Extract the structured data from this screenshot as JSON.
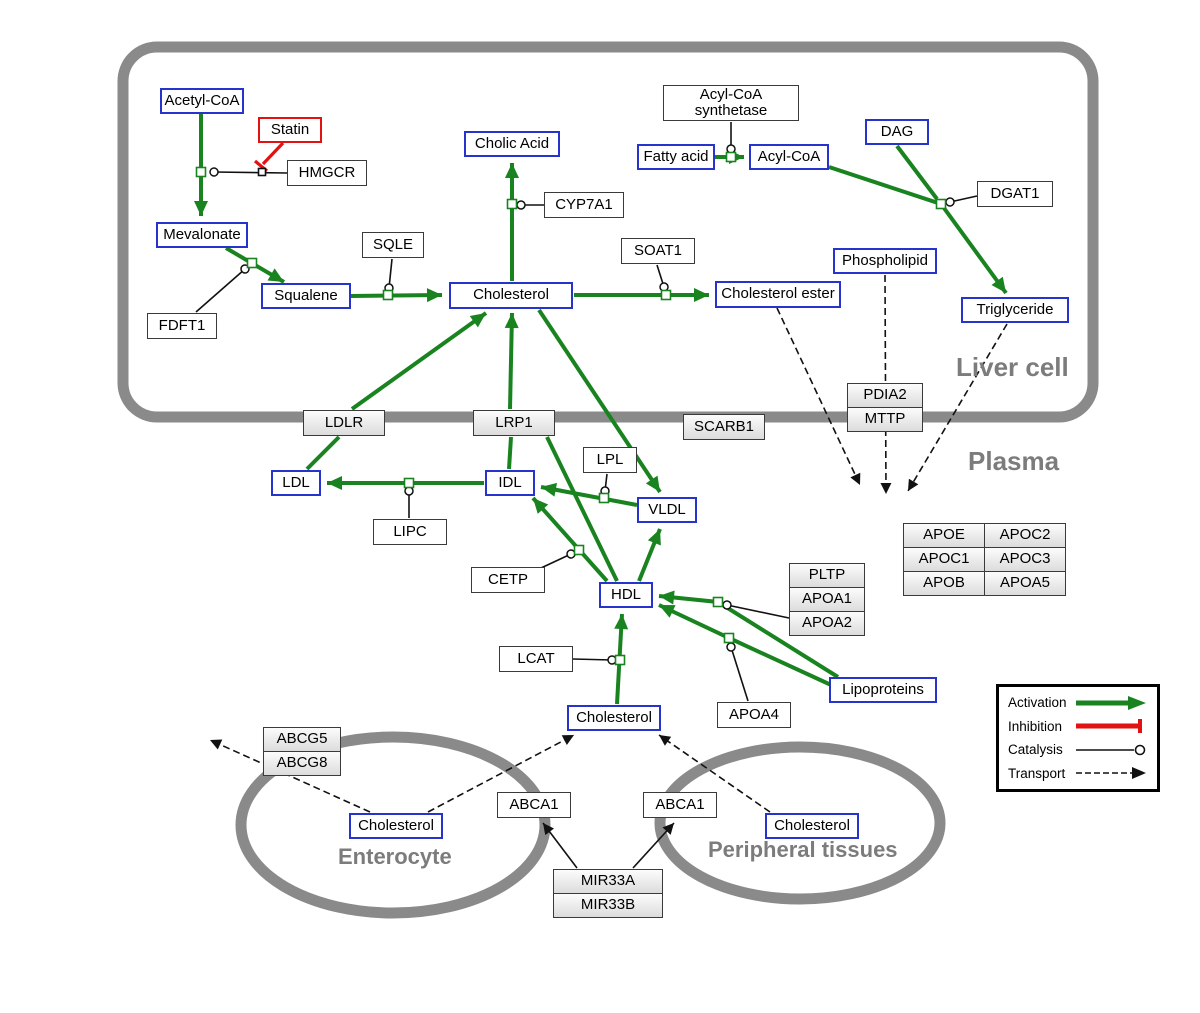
{
  "compartments": {
    "liver": "Liver cell",
    "plasma": "Plasma",
    "enterocyte": "Enterocyte",
    "peripheral": "Peripheral tissues"
  },
  "legend": {
    "activation": "Activation",
    "inhibition": "Inhibition",
    "catalysis": "Catalysis",
    "transport": "Transport"
  },
  "colors": {
    "activation_green": "#19831f",
    "inhibition_red": "#e31212",
    "metabolite_border_blue": "#2633cc",
    "compartment_gray": "#8a8a8a"
  },
  "nodes": {
    "acetyl_coa": "Acetyl-CoA",
    "statin": "Statin",
    "hmgcr": "HMGCR",
    "mevalonate": "Mevalonate",
    "fdft1": "FDFT1",
    "squalene": "Squalene",
    "sqle": "SQLE",
    "cholic_acid": "Cholic Acid",
    "cyp7a1": "CYP7A1",
    "cholesterol_liver": "Cholesterol",
    "soat1": "SOAT1",
    "cholesterol_ester": "Cholesterol ester",
    "acyl_coa_synthetase": "Acyl-CoA synthetase",
    "fatty_acid": "Fatty acid",
    "acyl_coa": "Acyl-CoA",
    "dag": "DAG",
    "dgat1": "DGAT1",
    "phospholipid": "Phospholipid",
    "triglyceride": "Triglyceride",
    "ldlr": "LDLR",
    "lrp1": "LRP1",
    "scarb1": "SCARB1",
    "pdia2": "PDIA2",
    "mttp": "MTTP",
    "ldl": "LDL",
    "idl": "IDL",
    "lipc": "LIPC",
    "lpl": "LPL",
    "vldl": "VLDL",
    "cetp": "CETP",
    "hdl": "HDL",
    "lcat": "LCAT",
    "pltp": "PLTP",
    "apoa1": "APOA1",
    "apoa2": "APOA2",
    "apoa4": "APOA4",
    "lipoproteins": "Lipoproteins",
    "apoe": "APOE",
    "apoc2": "APOC2",
    "apoc1": "APOC1",
    "apoc3": "APOC3",
    "apob": "APOB",
    "apoa5": "APOA5",
    "cholesterol_plasma": "Cholesterol",
    "abcg5": "ABCG5",
    "abcg8": "ABCG8",
    "cholesterol_enterocyte": "Cholesterol",
    "abca1_enterocyte": "ABCA1",
    "abca1_peripheral": "ABCA1",
    "cholesterol_peripheral": "Cholesterol",
    "mir33a": "MIR33A",
    "mir33b": "MIR33B"
  }
}
